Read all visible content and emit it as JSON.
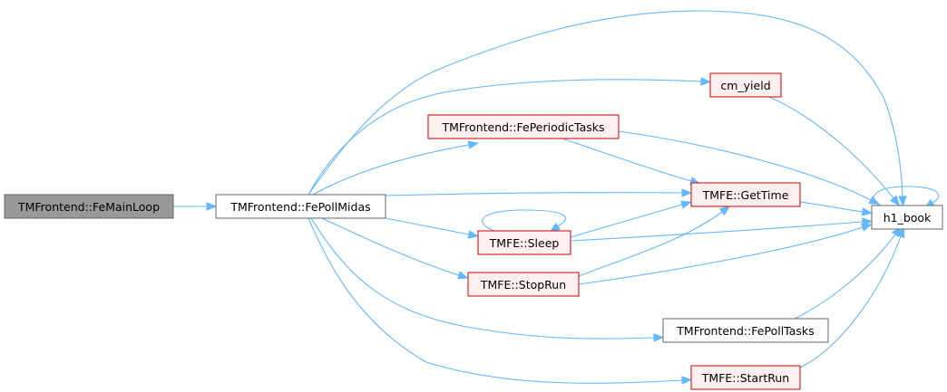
{
  "graph": {
    "nodes": [
      {
        "id": "femainloop",
        "label": "TMFrontend::FeMainLoop",
        "style": "current"
      },
      {
        "id": "fepollmidas",
        "label": "TMFrontend::FePollMidas",
        "style": "plain"
      },
      {
        "id": "cm_yield",
        "label": "cm_yield",
        "style": "red"
      },
      {
        "id": "feperiodictasks",
        "label": "TMFrontend::FePeriodicTasks",
        "style": "red"
      },
      {
        "id": "gettime",
        "label": "TMFE::GetTime",
        "style": "red"
      },
      {
        "id": "sleep",
        "label": "TMFE::Sleep",
        "style": "red"
      },
      {
        "id": "stoprun",
        "label": "TMFE::StopRun",
        "style": "red"
      },
      {
        "id": "fepolltasks",
        "label": "TMFrontend::FePollTasks",
        "style": "plain"
      },
      {
        "id": "startrun",
        "label": "TMFE::StartRun",
        "style": "red"
      },
      {
        "id": "h1_book",
        "label": "h1_book",
        "style": "plain"
      }
    ],
    "edges": [
      {
        "from": "femainloop",
        "to": "fepollmidas"
      },
      {
        "from": "fepollmidas",
        "to": "h1_book"
      },
      {
        "from": "fepollmidas",
        "to": "cm_yield"
      },
      {
        "from": "fepollmidas",
        "to": "feperiodictasks"
      },
      {
        "from": "fepollmidas",
        "to": "gettime"
      },
      {
        "from": "fepollmidas",
        "to": "sleep"
      },
      {
        "from": "fepollmidas",
        "to": "stoprun"
      },
      {
        "from": "fepollmidas",
        "to": "fepolltasks"
      },
      {
        "from": "fepollmidas",
        "to": "startrun"
      },
      {
        "from": "cm_yield",
        "to": "h1_book"
      },
      {
        "from": "feperiodictasks",
        "to": "gettime"
      },
      {
        "from": "feperiodictasks",
        "to": "h1_book"
      },
      {
        "from": "gettime",
        "to": "h1_book"
      },
      {
        "from": "sleep",
        "to": "gettime"
      },
      {
        "from": "sleep",
        "to": "h1_book"
      },
      {
        "from": "sleep",
        "to": "sleep"
      },
      {
        "from": "stoprun",
        "to": "gettime"
      },
      {
        "from": "stoprun",
        "to": "h1_book"
      },
      {
        "from": "fepolltasks",
        "to": "h1_book"
      },
      {
        "from": "startrun",
        "to": "h1_book"
      },
      {
        "from": "h1_book",
        "to": "h1_book"
      }
    ]
  },
  "colors": {
    "edge": "#63b8ff",
    "current_fill": "#999999",
    "current_border": "#666666",
    "plain_fill": "#ffffff",
    "plain_border": "#666666",
    "red_fill": "#fff0f0",
    "red_border": "#cc0000"
  }
}
